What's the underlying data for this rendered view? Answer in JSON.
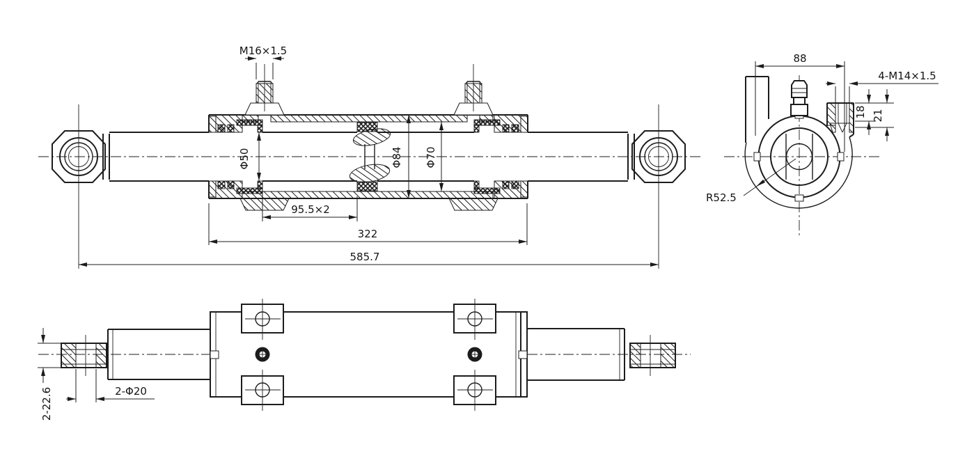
{
  "page": {
    "background": "#ffffff",
    "line_color": "#1c1c1c"
  },
  "views": {
    "main": {
      "dims": {
        "port_thread": "M16×1.5",
        "rod_diameter": "Φ50",
        "outer_diameter": "Φ84",
        "bore_diameter": "Φ70",
        "stroke": "95.5×2",
        "body_length": "322",
        "overall_length": "585.7"
      }
    },
    "end": {
      "dims": {
        "width": "88",
        "port_threads": "4-M14×1.5",
        "thread_depth": "18",
        "hole_depth": "21",
        "outer_radius": "R52.5"
      }
    },
    "bottom": {
      "dims": {
        "eye_holes": "2-Φ20",
        "eye_width": "2-22.6"
      }
    }
  }
}
